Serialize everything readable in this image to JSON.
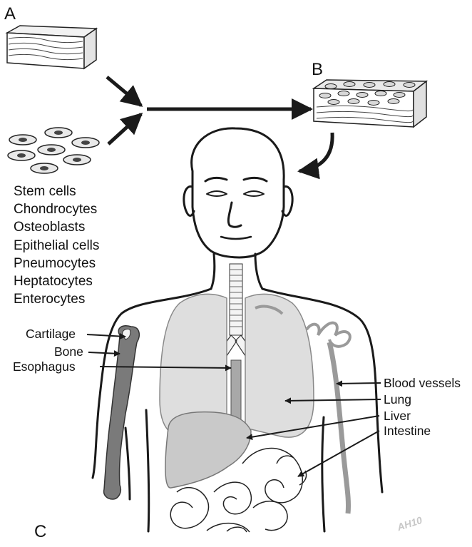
{
  "panels": {
    "a": "A",
    "b": "B",
    "c": "C"
  },
  "cell_types": [
    "Stem cells",
    "Chondrocytes",
    "Osteoblasts",
    "Epithelial cells",
    "Pneumocytes",
    "Heptatocytes",
    "Enterocytes"
  ],
  "organ_labels": {
    "cartilage": "Cartilage",
    "bone": "Bone",
    "esophagus": "Esophagus",
    "blood_vessels": "Blood vessels",
    "lung": "Lung",
    "liver": "Liver",
    "intestine": "Intestine"
  },
  "signature": "AH10",
  "colors": {
    "line": "#1a1a1a",
    "lung_fill": "#dedede",
    "liver_fill": "#c9c9c9",
    "bone_fill": "#7a7a7a",
    "vessel_fill": "#9a9a9a"
  }
}
